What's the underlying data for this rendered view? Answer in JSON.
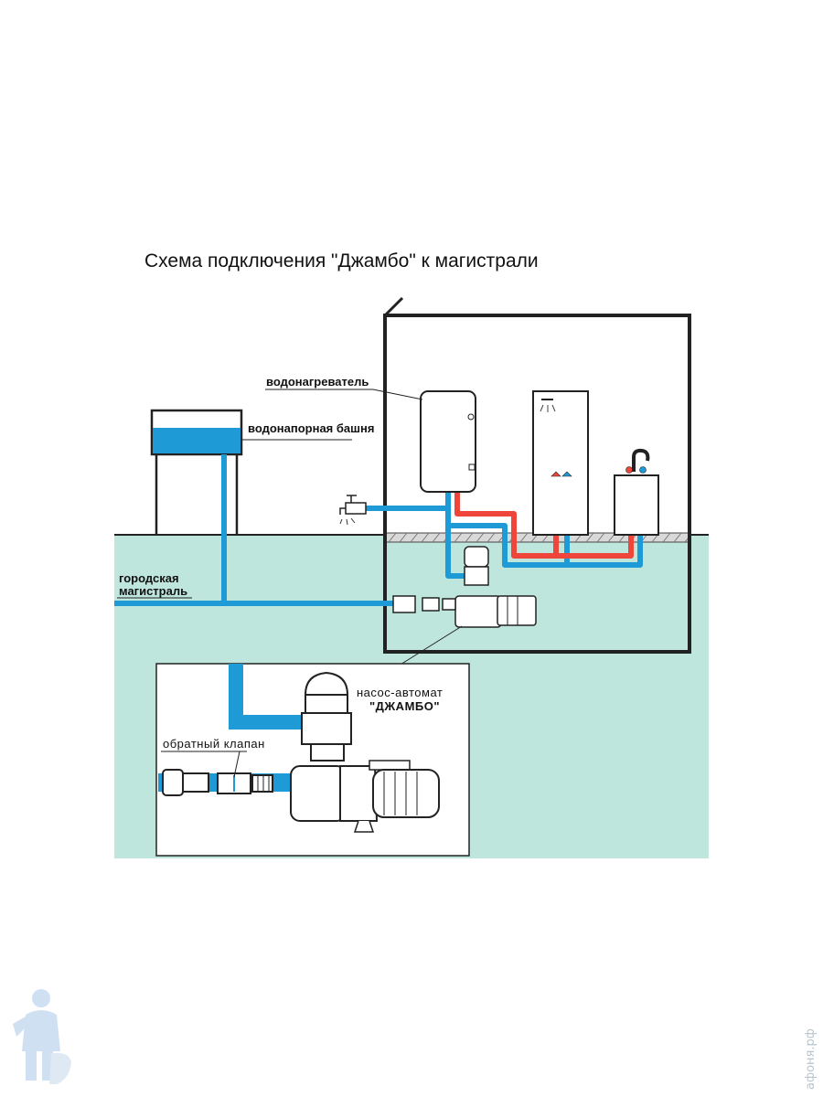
{
  "title": "Схема подключения \"Джамбо\" к магистрали",
  "labels": {
    "water_heater": "водонагреватель",
    "water_tower": "водонапорная  башня",
    "city_main_line1": "городская",
    "city_main_line2": "магистраль",
    "pump_line1": "насос-автомат",
    "pump_line2": "\"ДЖАМБО\"",
    "check_valve": "обратный  клапан"
  },
  "watermark": "афоня.рф",
  "colors": {
    "cold_water": "#1e9ad6",
    "hot_water": "#f0453a",
    "ground": "#bfe6dc",
    "tower_water": "#1e9ad6"
  }
}
